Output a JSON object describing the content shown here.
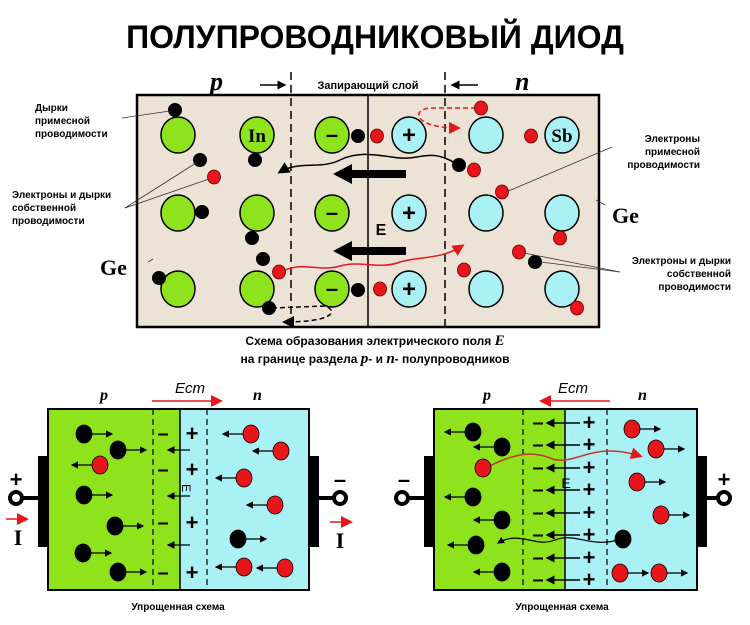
{
  "title": "ПОЛУПРОВОДНИКОВЫЙ ДИОД",
  "top": {
    "p_label": "p",
    "n_label": "n",
    "barrier_label": "Запирающий слой",
    "in_label": "In",
    "sb_label": "Sb",
    "minus": "–",
    "plus": "+",
    "field_label": "E",
    "ge_left": "Ge",
    "ge_right": "Ge",
    "left_labels": {
      "holes_impurity": [
        "Дырки",
        "примесной",
        "проводимости"
      ],
      "intrinsic": [
        "Электроны и дырки",
        "собственной",
        "проводимости"
      ]
    },
    "right_labels": {
      "electrons_impurity": [
        "Электроны",
        "примесной",
        "проводимости"
      ],
      "intrinsic": [
        "Электроны и дырки",
        "собственной",
        "проводимости"
      ]
    },
    "caption_line1": "Схема образования электрического поля ",
    "caption_E": "E",
    "caption_line2_a": "на границе раздела ",
    "caption_p": "p",
    "caption_line2_b": "- и ",
    "caption_n": "n",
    "caption_line2_c": "- полупроводников"
  },
  "bottom_left": {
    "p_label": "p",
    "n_label": "n",
    "field_label": "Eст",
    "terminal_left": "+",
    "terminal_right": "–",
    "current_left": "I",
    "current_right": "I",
    "inner_field": "E",
    "caption": "Упрощенная схема"
  },
  "bottom_right": {
    "p_label": "p",
    "n_label": "n",
    "field_label": "Eст",
    "terminal_left": "–",
    "terminal_right": "+",
    "inner_field": "E",
    "caption": "Упрощенная схема"
  },
  "colors": {
    "p_region": "#8fe31c",
    "n_region": "#aaf1f5",
    "crystal_bg": "#ece2d6",
    "hole": "#000000",
    "electron": "#e8161b"
  }
}
